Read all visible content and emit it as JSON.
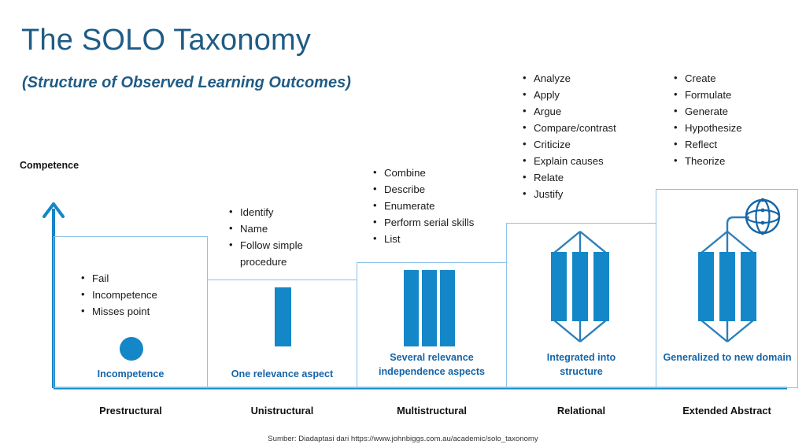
{
  "slide": {
    "title": "The SOLO Taxonomy",
    "subtitle": "(Structure of Observed Learning Outcomes)",
    "axis_label": "Competence",
    "footer": "Sumber: Diadaptasi dari  https://www.johnbiggs.com.au/academic/solo_taxonomy",
    "accent_blue": "#1487C8",
    "title_blue": "#1F5C85",
    "caption_blue": "#1565A8",
    "box_border_blue": "#8CC2E8"
  },
  "stages": [
    {
      "name": "Prestructural",
      "caption": "Incompetence",
      "icon": "single-dot-icon",
      "verbs": [
        "Fail",
        "Incompetence",
        "Misses point"
      ]
    },
    {
      "name": "Unistructural",
      "caption": "One relevance aspect",
      "icon": "single-bar-icon",
      "verbs": [
        "Identify",
        "Name",
        "Follow simple procedure"
      ]
    },
    {
      "name": "Multistructural",
      "caption_line1": "Several relevance",
      "caption_line2": "independence aspects",
      "icon": "three-bars-icon",
      "verbs": [
        "Combine",
        "Describe",
        "Enumerate",
        "Perform serial skills",
        "List"
      ]
    },
    {
      "name": "Relational",
      "caption_line1": "Integrated  into",
      "caption_line2": "structure",
      "icon": "three-bars-linked-icon",
      "verbs": [
        "Analyze",
        "Apply",
        "Argue",
        "Compare/contrast",
        "Criticize",
        "Explain causes",
        "Relate",
        "Justify"
      ]
    },
    {
      "name": "Extended Abstract",
      "caption": "Generalized to new domain",
      "icon": "three-bars-linked-globe-icon",
      "verbs": [
        "Create",
        "Formulate",
        "Generate",
        "Hypothesize",
        "Reflect",
        "Theorize"
      ]
    }
  ],
  "bullets": {
    "s1": {
      "0": "Fail",
      "1": "Incompetence",
      "2": "Misses point"
    },
    "s2": {
      "0": "Identify",
      "1": "Name",
      "2": "Follow simple",
      "2b": "procedure"
    },
    "s3": {
      "0": "Combine",
      "1": "Describe",
      "2": "Enumerate",
      "3": "Perform serial skills",
      "4": "List"
    },
    "s4": {
      "0": "Analyze",
      "1": "Apply",
      "2": "Argue",
      "3": "Compare/contrast",
      "4": "Criticize",
      "5": "Explain causes",
      "6": "Relate",
      "7": "Justify"
    },
    "s5": {
      "0": "Create",
      "1": "Formulate",
      "2": "Generate",
      "3": "Hypothesize",
      "4": "Reflect",
      "5": "Theorize"
    }
  }
}
